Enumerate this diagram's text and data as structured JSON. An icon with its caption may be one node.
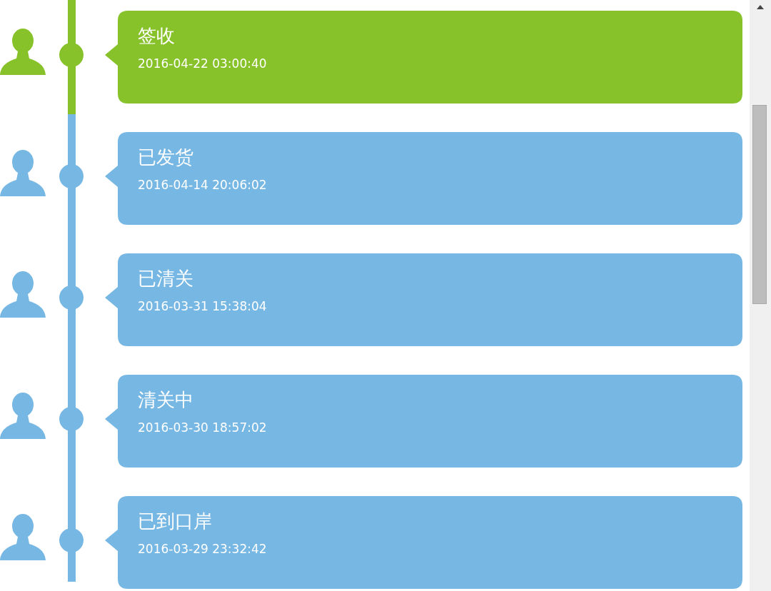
{
  "diagram": {
    "nodes": [
      {
        "text": [
          "签收",
          "2016-04-22 03:00:40"
        ]
      },
      {
        "text": [
          "已发货",
          "2016-04-14 20:06:02"
        ]
      },
      {
        "text": [
          "已清关",
          "2016-03-31 15:38:04"
        ]
      },
      {
        "text": [
          "清关中",
          "2016-03-30 18:57:02"
        ]
      },
      {
        "text": [
          "已到口岸",
          "2016-03-29 23:32:42"
        ]
      }
    ]
  }
}
